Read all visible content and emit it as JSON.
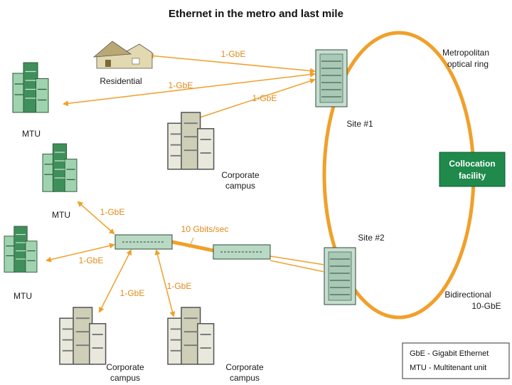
{
  "title": "Ethernet in the metro and last mile",
  "ring": {
    "label_line1": "Metropolitan",
    "label_line2": "optical ring",
    "bottom_line1": "Bidirectional",
    "bottom_line2": "10-GbE"
  },
  "sites": {
    "site1": "Site #1",
    "site2": "Site #2"
  },
  "collocation": {
    "line1": "Collocation",
    "line2": "facility"
  },
  "nodes": {
    "residential": "Residential",
    "mtu_top": "MTU",
    "mtu_mid": "MTU",
    "mtu_low": "MTU",
    "campus_top_line1": "Corporate",
    "campus_top_line2": "campus",
    "campus_bl_line1": "Corporate",
    "campus_bl_line2": "campus",
    "campus_br_line1": "Corporate",
    "campus_br_line2": "campus"
  },
  "links": {
    "l1": "1-GbE",
    "l2": "1-GbE",
    "l3": "1-GbE",
    "l4": "1-GbE",
    "l5": "1-GbE",
    "l6": "1-GbE",
    "l7": "1-GbE",
    "trunk": "10 Gbits/sec"
  },
  "legend": {
    "gbe": "GbE - Gigabit Ethernet",
    "mtu": "MTU -  Multitenant unit"
  },
  "colors": {
    "orange": "#f0a02a",
    "green": "#1f8a4c",
    "device": "#b9d9c4"
  }
}
